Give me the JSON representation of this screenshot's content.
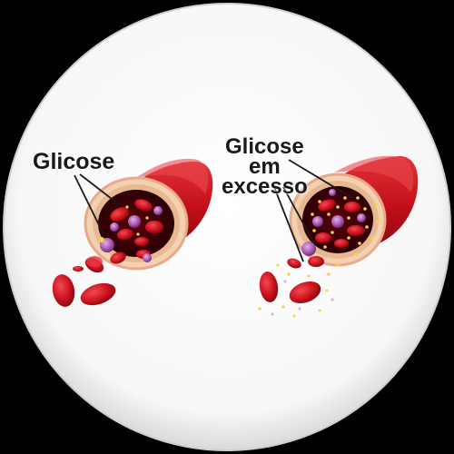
{
  "labels": {
    "left": "Glicose",
    "right_line1": "Glicose",
    "right_line2": "em",
    "right_line3": "excesso"
  },
  "colors": {
    "background": "#000000",
    "disc": "#ffffff",
    "vessel_red": "#c8101a",
    "vessel_wall": "#f2c8a8",
    "blood_cell": "#d4151f",
    "glucose_particle": "#a04aa8",
    "glucose_dot": "#f3d34a"
  }
}
